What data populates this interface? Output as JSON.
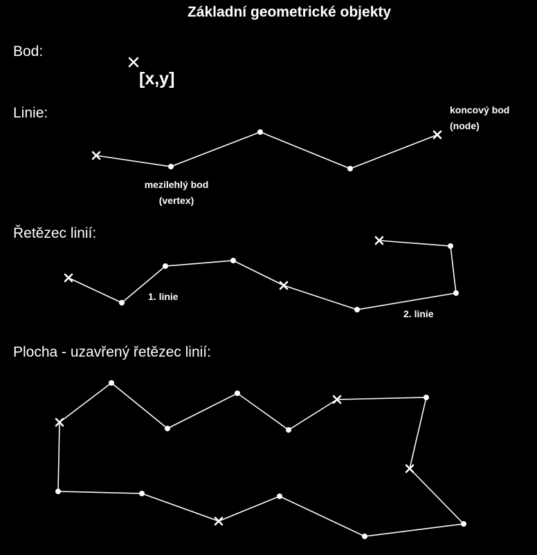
{
  "title": "Základní geometrické objekty",
  "sections": {
    "bod": "Bod:",
    "linie": "Linie:",
    "retezec": "Řetězec linií:",
    "plocha": "Plocha - uzavřený řetězec linií:"
  },
  "labels": {
    "coord": "[x,y]",
    "node_line1": "koncový bod",
    "node_line2": "(node)",
    "vertex_line1": "mezilehlý bod",
    "vertex_line2": "(vertex)",
    "chain1": "1. linie",
    "chain2": "2. linie"
  },
  "colors": {
    "background": "#000000",
    "foreground": "#ffffff"
  }
}
